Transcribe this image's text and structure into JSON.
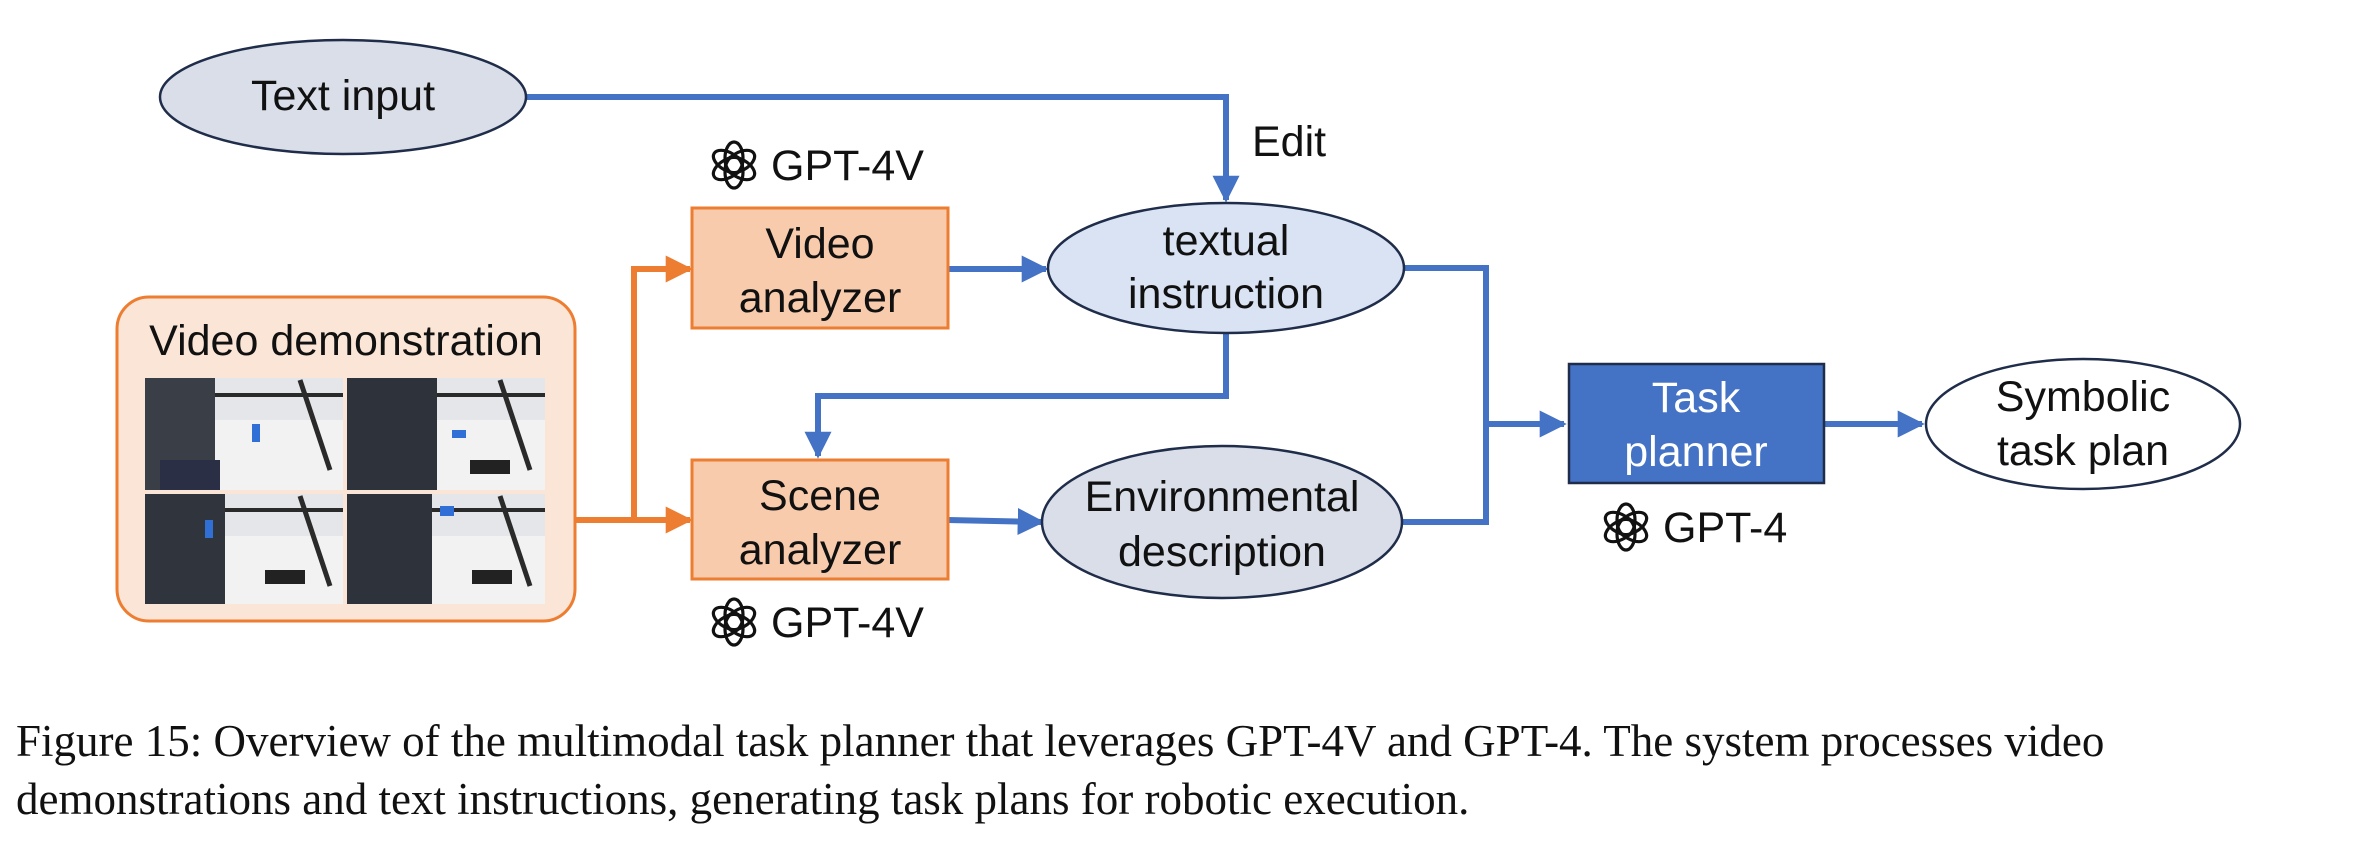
{
  "colors": {
    "blue": "#4472C4",
    "orange": "#ED7D31",
    "ellipse_gray": "#D9DEE8",
    "ellipse_light": "#DAE3F3",
    "analyzer_fill": "#F8CBAD",
    "demo_fill": "#FBE5D6",
    "planner_fill": "#4472C4",
    "outline_dark": "#1F2D4A"
  },
  "nodes": {
    "text_input": "Text input",
    "edit_label": "Edit",
    "video_analyzer": {
      "line1": "Video",
      "line2": "analyzer",
      "model": "GPT-4V",
      "icon": "openai-logo-icon"
    },
    "scene_analyzer": {
      "line1": "Scene",
      "line2": "analyzer",
      "model": "GPT-4V",
      "icon": "openai-logo-icon"
    },
    "textual_instruction": {
      "line1": "textual",
      "line2": "instruction"
    },
    "environmental_description": {
      "line1": "Environmental",
      "line2": "description"
    },
    "task_planner": {
      "line1": "Task",
      "line2": "planner",
      "model": "GPT-4",
      "icon": "openai-logo-icon"
    },
    "symbolic_task_plan": {
      "line1": "Symbolic",
      "line2": "task plan"
    },
    "video_demonstration": {
      "title": "Video demonstration",
      "frames": 4
    }
  },
  "caption": {
    "line1": "Figure 15: Overview of the multimodal task planner that leverages GPT-4V and GPT-4. The system processes video",
    "line2": "demonstrations and text instructions, generating task plans for robotic execution."
  }
}
